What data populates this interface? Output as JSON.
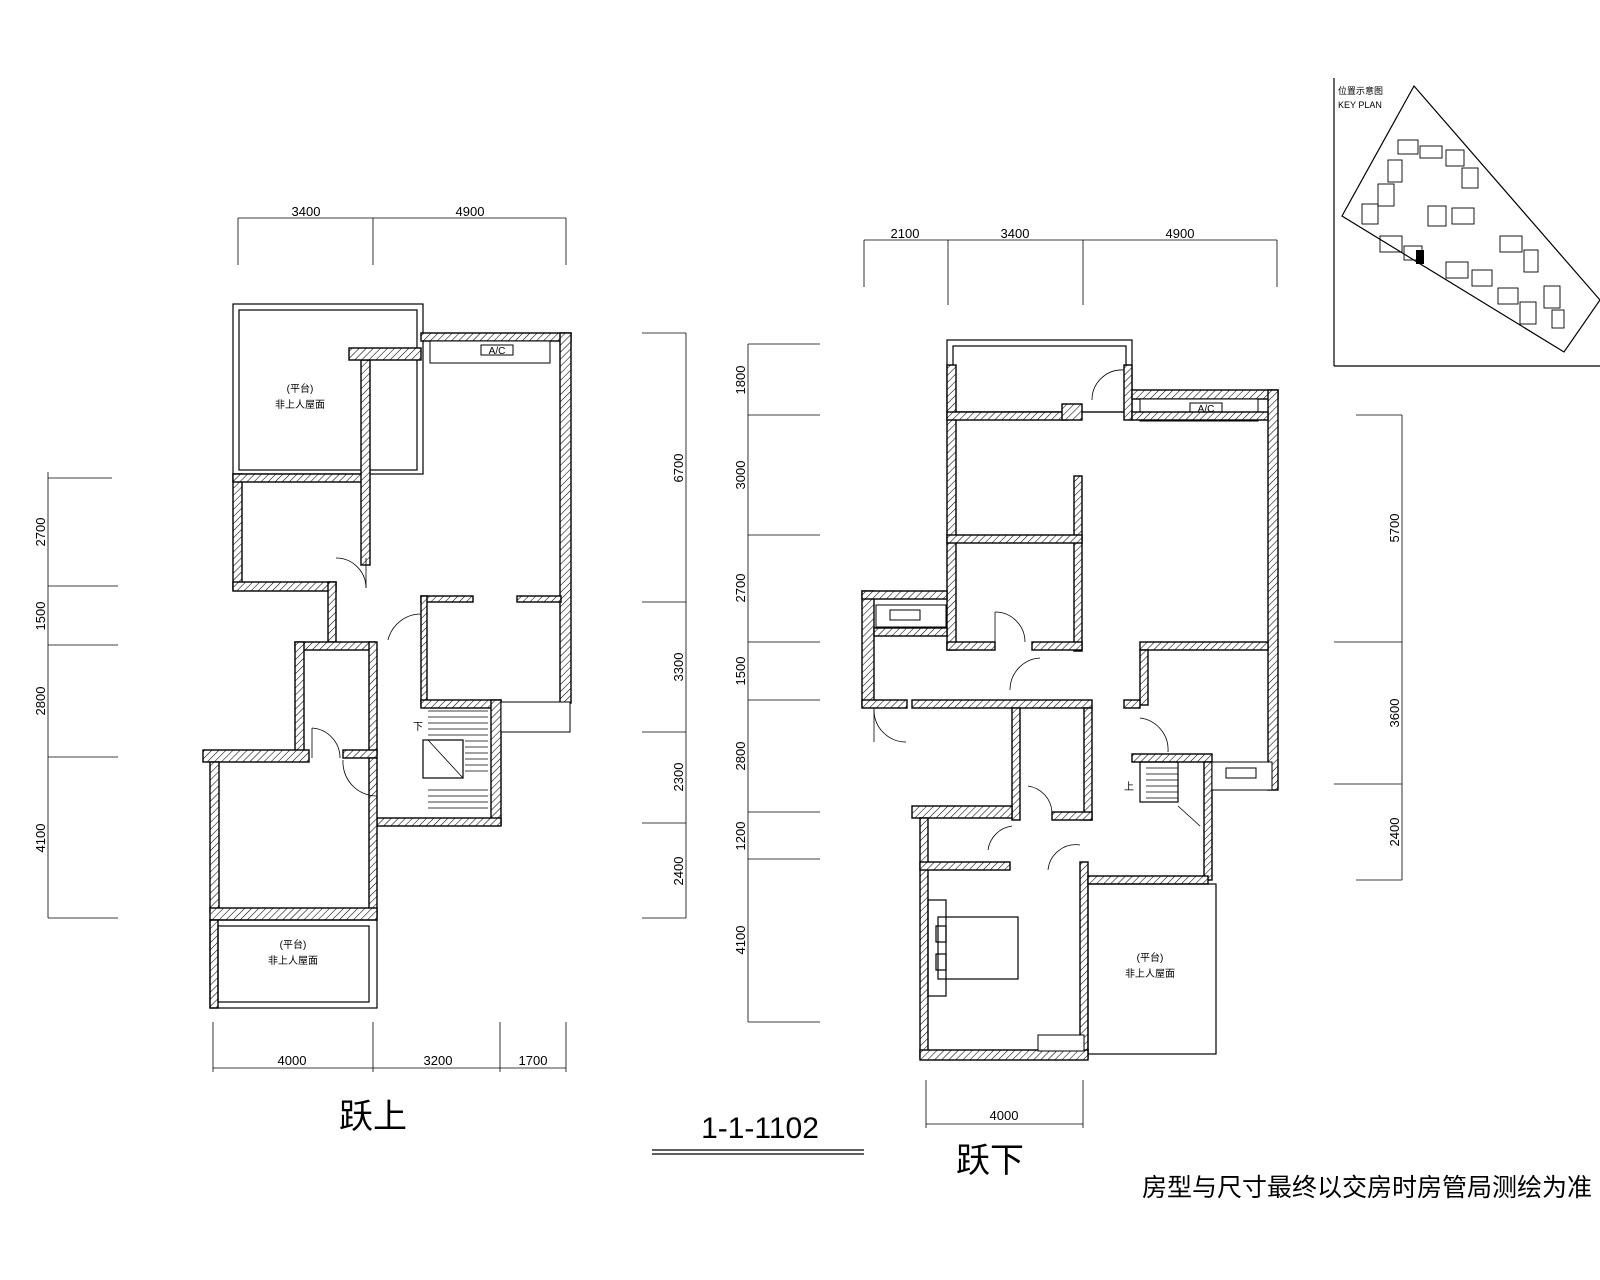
{
  "upper": {
    "title": "跃上",
    "dims_top": [
      "3400",
      "4900"
    ],
    "dims_bottom": [
      "4000",
      "3200",
      "1700"
    ],
    "dims_left": [
      "2700",
      "1500",
      "2800",
      "4100"
    ],
    "dims_right": [
      "6700",
      "3300",
      "2300",
      "2400"
    ],
    "terrace_top": {
      "line1": "(平台)",
      "line2": "非上人屋面"
    },
    "terrace_bottom": {
      "line1": "(平台)",
      "line2": "非上人屋面"
    },
    "stair_mark": "下"
  },
  "lower": {
    "title": "跃下",
    "dims_top": [
      "2100",
      "3400",
      "4900"
    ],
    "dims_bottom": [
      "4000"
    ],
    "dims_left": [
      "1800",
      "3000",
      "2700",
      "1500",
      "2800",
      "1200",
      "4100"
    ],
    "dims_right": [
      "5700",
      "3600",
      "2400"
    ],
    "terrace": {
      "line1": "(平台)",
      "line2": "非上人屋面"
    },
    "stair_mark": "上"
  },
  "unit_code": "1-1-1102",
  "disclaimer": "房型与尺寸最终以交房时房管局测绘为准",
  "key_plan": {
    "title_cn": "位置示意图",
    "title_en": "KEY PLAN"
  },
  "ac_label": "A/C"
}
